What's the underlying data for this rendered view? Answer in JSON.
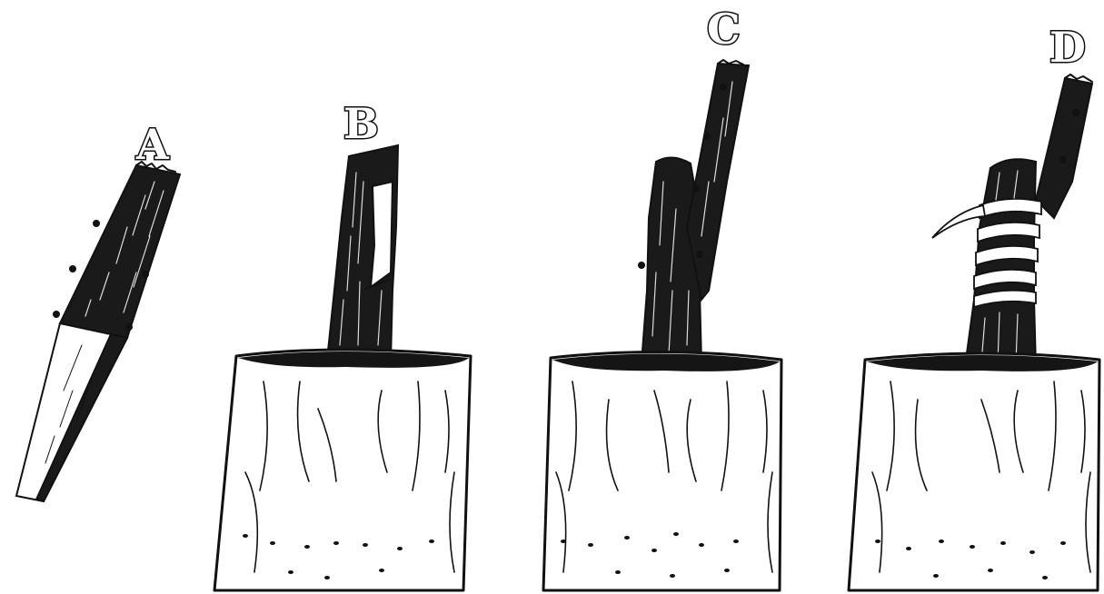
{
  "figure": {
    "panels": [
      {
        "id": "A",
        "label": "A",
        "content": "scion-cutting"
      },
      {
        "id": "B",
        "label": "B",
        "content": "cut-stock-in-bag"
      },
      {
        "id": "C",
        "label": "C",
        "content": "scion-inserted"
      },
      {
        "id": "D",
        "label": "D",
        "content": "graft-tied"
      }
    ],
    "colors": {
      "ink": "#111111",
      "paper": "#ffffff"
    }
  }
}
